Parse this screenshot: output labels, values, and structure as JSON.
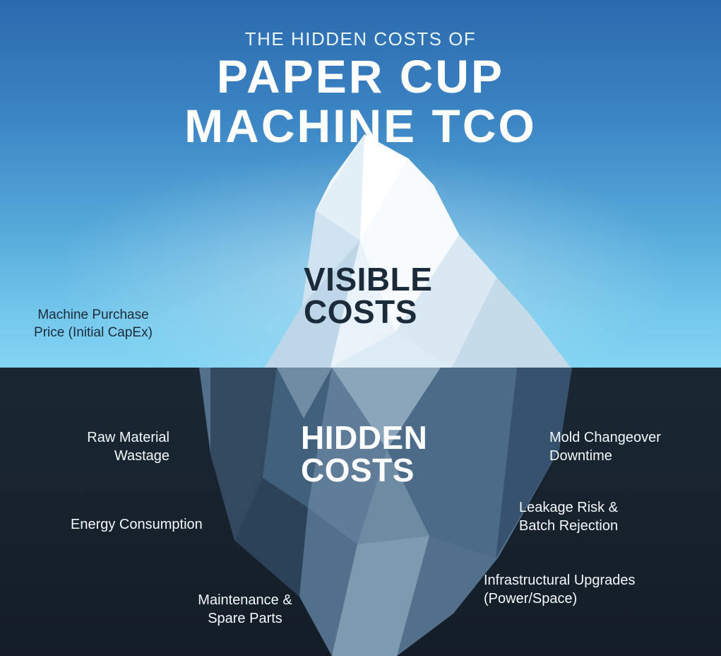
{
  "colors": {
    "sky_top": "#2b6aae",
    "sky_bottom": "#83d4f4",
    "deep_water": "#1a2733",
    "iceberg_white": "#f3f8fc",
    "iceberg_deep": "#526f8c",
    "text_dark": "#1c2b3a",
    "text_light": "#ffffff"
  },
  "header": {
    "kicker": "THE HIDDEN COSTS OF",
    "title_line1": "PAPER CUP",
    "title_line2": "MACHINE TCO"
  },
  "visible": {
    "heading_line1": "VISIBLE",
    "heading_line2": "COSTS",
    "labels": {
      "machine_purchase": {
        "line1": "Machine Purchase",
        "line2": "Price (Initial CapEx)"
      }
    }
  },
  "hidden": {
    "heading_line1": "HIDDEN",
    "heading_line2": "COSTS",
    "labels": {
      "raw_material": {
        "line1": "Raw Material",
        "line2": "Wastage"
      },
      "mold_changeover": {
        "line1": "Mold Changeover",
        "line2": "Downtime"
      },
      "energy": {
        "line1": "Energy Consumption"
      },
      "leakage": {
        "line1": "Leakage Risk &",
        "line2": "Batch Rejection"
      },
      "maintenance": {
        "line1": "Maintenance &",
        "line2": "Spare Parts"
      },
      "infrastructure": {
        "line1": "Infrastructural Upgrades",
        "line2": "(Power/Space)"
      }
    }
  }
}
